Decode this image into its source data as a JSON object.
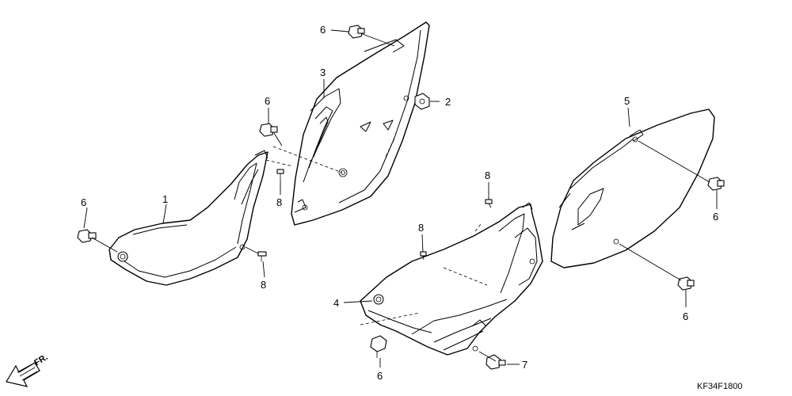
{
  "callouts": {
    "c1": "1",
    "c2": "2",
    "c3": "3",
    "c4": "4",
    "c5": "5",
    "c6a": "6",
    "c6b": "6",
    "c6c": "6",
    "c6d": "6",
    "c6e": "6",
    "c6f": "6",
    "c7": "7",
    "c8a": "8",
    "c8b": "8",
    "c8c": "8",
    "c8d": "8"
  },
  "direction_label": "FR.",
  "drawing_code": "KF34F1800",
  "icons": {
    "direction": "front-arrow-icon",
    "fastener": "bolt-icon"
  }
}
